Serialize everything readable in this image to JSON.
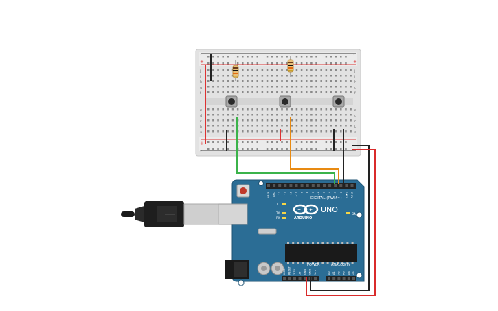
{
  "breadboard": {
    "rail_plus": "+",
    "rail_minus": "-",
    "row_letters_top": [
      "j",
      "i",
      "h",
      "g",
      "f"
    ],
    "row_letters_bottom": [
      "e",
      "d",
      "c",
      "b",
      "a"
    ]
  },
  "arduino": {
    "logo_text": "UNO",
    "brand_text": "ARDUINO",
    "header_label": "DIGITAL (PWM~)",
    "power_label": "POWER",
    "analog_label": "ANALOG IN",
    "on_label": "ON",
    "tx_label": "TX",
    "rx_label": "RX",
    "l_label": "L",
    "digital_pins": [
      "AREF",
      "GND",
      "13",
      "12",
      "~11",
      "~10",
      "~9",
      "8",
      "7",
      "~6",
      "~5",
      "4",
      "~3",
      "2",
      "TX►1",
      "RX◄0"
    ],
    "power_pins": [
      "IOREF",
      "RESET",
      "3.3V",
      "5V",
      "GND",
      "GND",
      "Vin"
    ],
    "analog_pins": [
      "A0",
      "A1",
      "A2",
      "A3",
      "A4",
      "A5"
    ]
  },
  "colors": {
    "board": "#2b6d95",
    "breadboard": "#e6e6e6",
    "wire_green": "#3bb34a",
    "wire_orange": "#e88a12",
    "wire_black": "#222222",
    "wire_red": "#d92b2b"
  }
}
